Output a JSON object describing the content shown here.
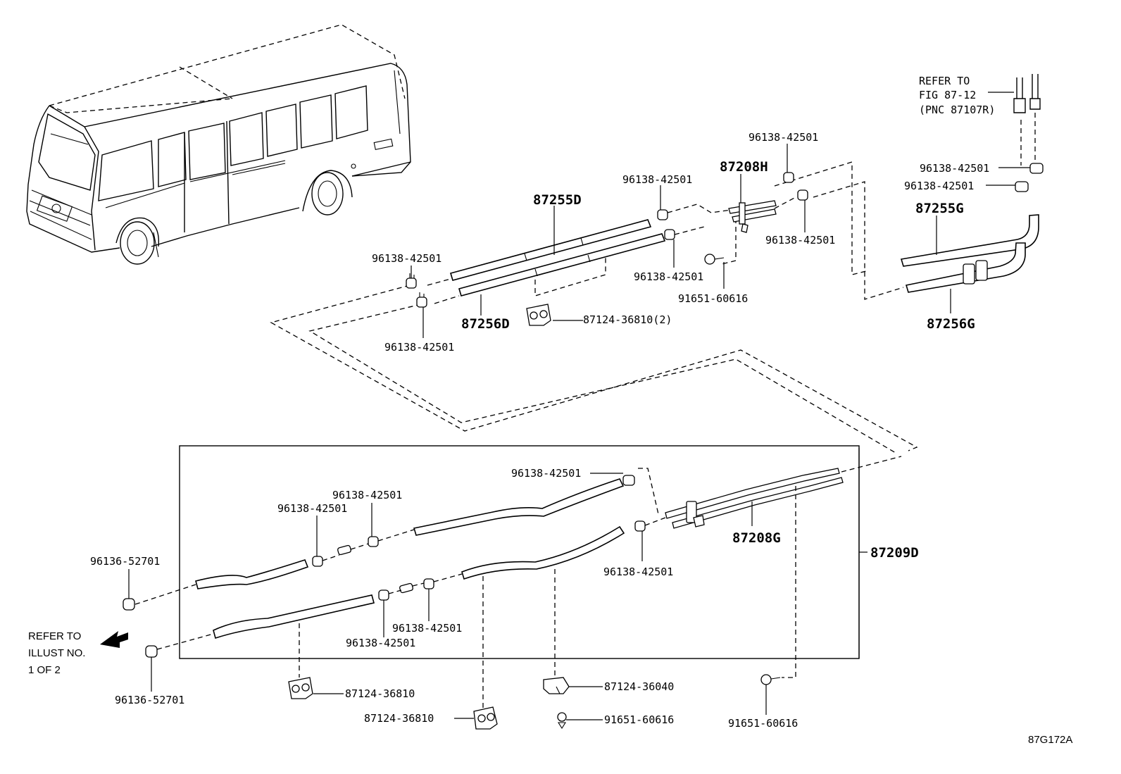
{
  "diagram_code": "87G172A",
  "refer_top": {
    "line1": "REFER TO",
    "line2": "FIG 87-12",
    "line3": "(PNC 87107R)"
  },
  "refer_left": {
    "line1": "REFER TO",
    "line2": "ILLUST NO.",
    "line3": "1 OF 2"
  },
  "parts": {
    "hose_upper_a": "87255D",
    "hose_upper_b": "87256D",
    "pipe_upper": "87208H",
    "hose_right_a": "87255G",
    "hose_right_b": "87256G",
    "pipe_lower": "87208G",
    "hose_assy": "87209D",
    "clip_96138": "96138-42501",
    "clip_96136": "96136-52701",
    "bolt": "91651-60616",
    "clamp_2": "87124-36810(2)",
    "clamp_36810": "87124-36810",
    "clamp_36040": "87124-36040"
  }
}
